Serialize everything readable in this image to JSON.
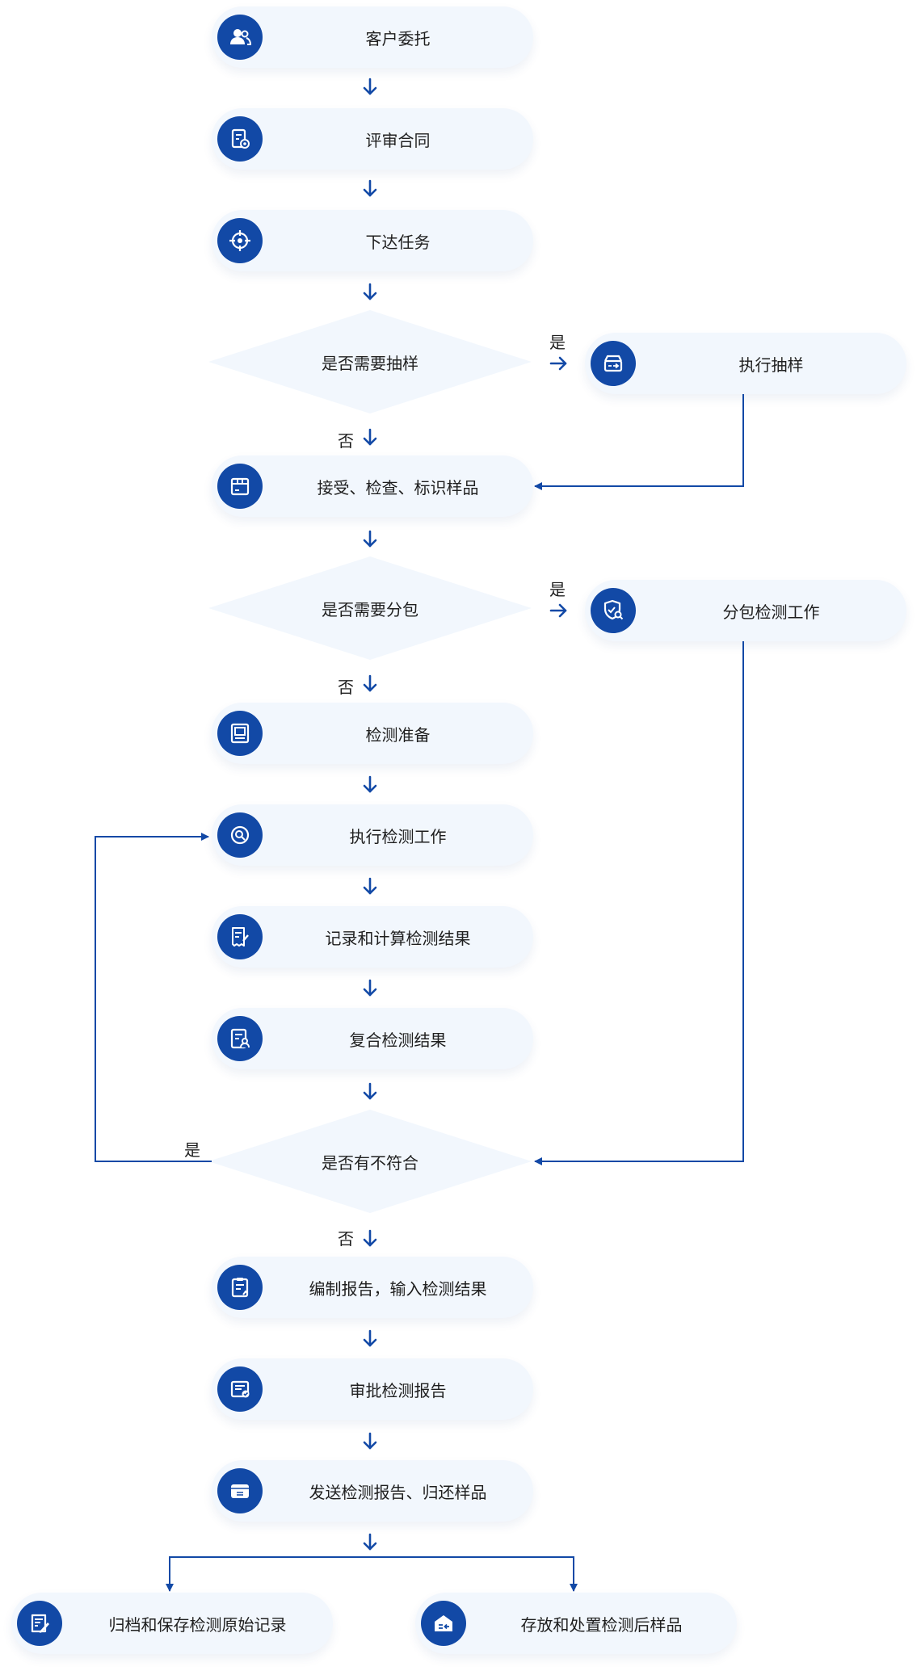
{
  "steps": {
    "customer_commission": "客户委托",
    "review_contract": "评审合同",
    "assign_task": "下达任务",
    "need_sampling": "是否需要抽样",
    "do_sampling": "执行抽样",
    "receive_samples": "接受、检查、标识样品",
    "need_subcontract": "是否需要分包",
    "subcontract_work": "分包检测工作",
    "prepare": "检测准备",
    "do_testing": "执行检测工作",
    "record_results": "记录和计算检测结果",
    "recheck_results": "复合检测结果",
    "nonconformity": "是否有不符合",
    "compile_report": "编制报告，输入检测结果",
    "approve_report": "审批检测报告",
    "send_report": "发送检测报告、归还样品",
    "archive_records": "归档和保存检测原始记录",
    "store_samples": "存放和处置检测后样品"
  },
  "branch_labels": {
    "sampling_yes": "是",
    "sampling_no": "否",
    "subcontract_yes": "是",
    "subcontract_no": "否",
    "nonconformity_yes": "是",
    "nonconformity_no": "否"
  },
  "colors": {
    "accent": "#1249a6",
    "node_fill": "#f2f7fd",
    "text": "#1f1f1f"
  }
}
